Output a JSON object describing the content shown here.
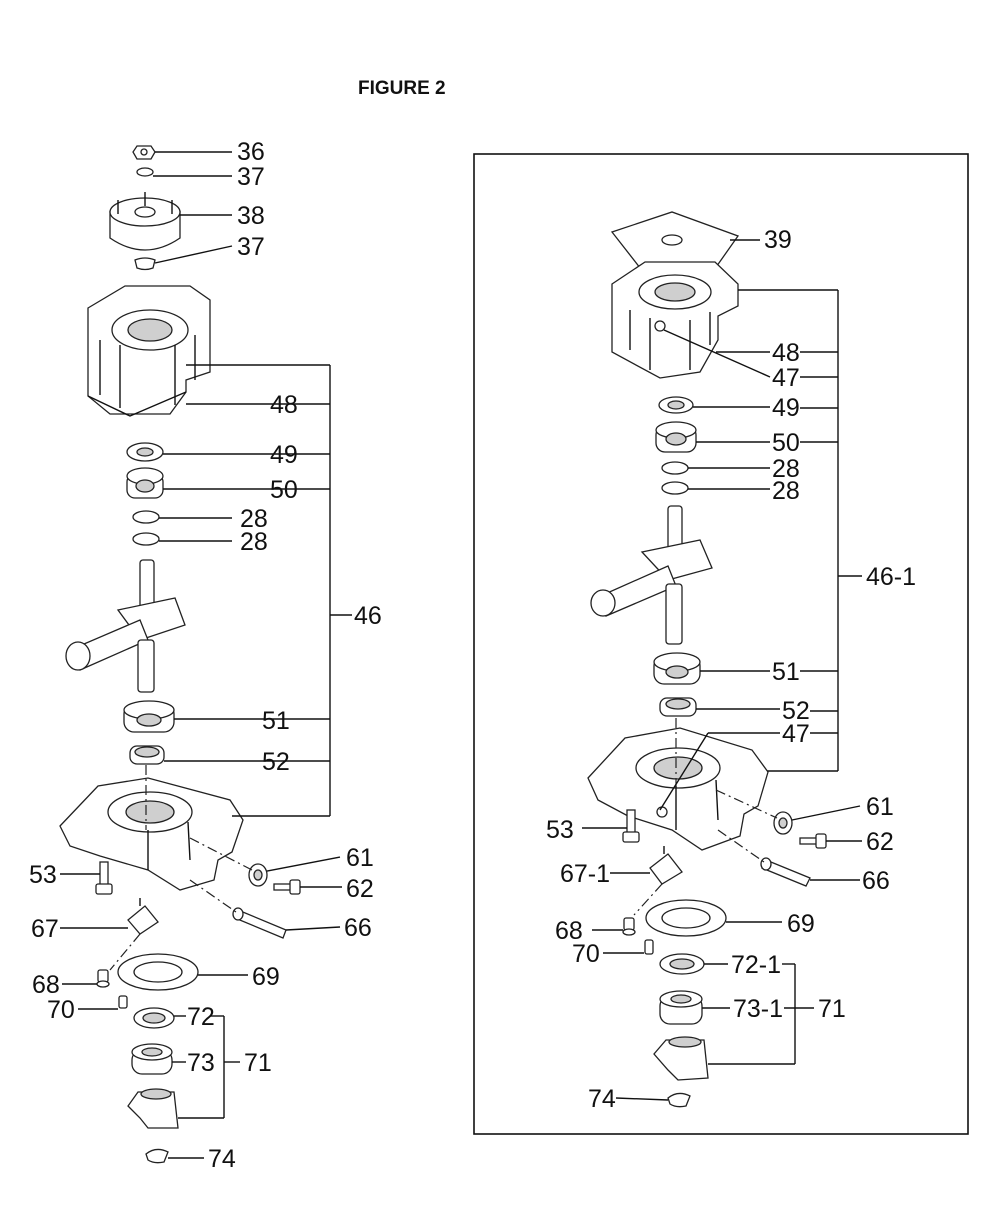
{
  "figure_title": "FIGURE 2",
  "left_callouts": {
    "c36": "36",
    "c37a": "37",
    "c38": "38",
    "c37b": "37",
    "c48": "48",
    "c49": "49",
    "c50": "50",
    "c28a": "28",
    "c28b": "28",
    "c46": "46",
    "c51": "51",
    "c52": "52",
    "c53": "53",
    "c61": "61",
    "c62": "62",
    "c67": "67",
    "c66": "66",
    "c68": "68",
    "c69": "69",
    "c70": "70",
    "c72": "72",
    "c73": "73",
    "c71": "71",
    "c74": "74"
  },
  "right_callouts": {
    "c39": "39",
    "c48": "48",
    "c47a": "47",
    "c49": "49",
    "c50": "50",
    "c28a": "28",
    "c28b": "28",
    "c46_1": "46-1",
    "c51": "51",
    "c52": "52",
    "c47b": "47",
    "c61": "61",
    "c53": "53",
    "c62": "62",
    "c67_1": "67-1",
    "c66": "66",
    "c68": "68",
    "c69": "69",
    "c70": "70",
    "c72_1": "72-1",
    "c73_1": "73-1",
    "c71": "71",
    "c74": "74"
  }
}
